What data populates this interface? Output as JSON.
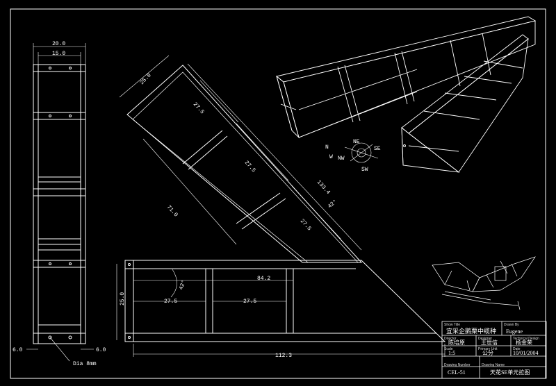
{
  "dimensions": {
    "front_width": "20.0",
    "front_inner": "15.0",
    "front_left_offset": "6.0",
    "front_right_offset": "6.0",
    "dia": "Dia 8mm",
    "diag_width": "25.0",
    "diag_seg1": "27.5",
    "diag_seg2": "27.5",
    "diag_seg3": "27.5",
    "diag_length": "71.0",
    "diag_long": "133.4",
    "diag_angle": "42°",
    "base_length": "84.2",
    "base_angle": "42°",
    "base_height": "25.0",
    "base_seg1": "27.5",
    "base_seg2": "27.5",
    "total_length": "112.3"
  },
  "compass": {
    "NE": "NE",
    "SE": "SE",
    "NW": "NW",
    "SW": "SW",
    "N": "N",
    "W": "W"
  },
  "title_block": {
    "show_title_label": "Show Title",
    "show_title": "宜采企鹅栗中缆种",
    "drawn_by_label": "Drawn By",
    "drawn_by": "Eugene",
    "director_label": "Director",
    "director": "陈培原",
    "designer_label": "Designer",
    "designer": "王世信",
    "tech_design_label": "Technical Design",
    "tech_design": "杨金荣",
    "scale_label": "Scale",
    "scale": "1:5",
    "primary_unit_label": "Primary Unit",
    "primary_unit": "公分",
    "date_label": "Date",
    "date": "10/01/2004",
    "drawing_number_label": "Drawing Number",
    "drawing_number": "CEL-51",
    "drawing_name_label": "Drawing Name",
    "drawing_name": "天花SE单元拉图"
  }
}
